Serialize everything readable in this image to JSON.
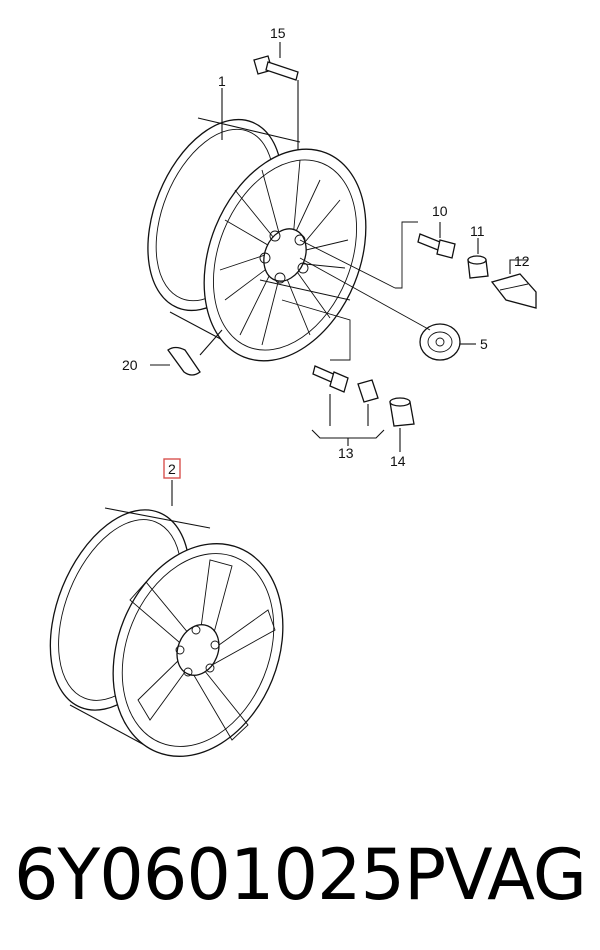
{
  "callouts": {
    "c15": "15",
    "c1": "1",
    "c10": "10",
    "c11": "11",
    "c12": "12",
    "c5": "5",
    "c20": "20",
    "c13": "13",
    "c14": "14",
    "c2": "2"
  },
  "highlight_color": "#d9534f",
  "footer": {
    "part_number": "6Y0601025P",
    "brand": "VAG"
  }
}
